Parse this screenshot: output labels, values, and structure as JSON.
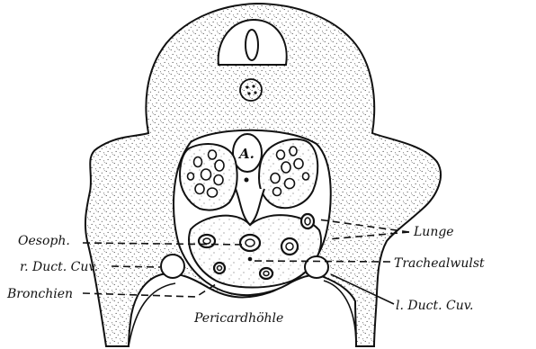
{
  "labels": {
    "aorta": "A.",
    "oesoph": "Oesoph.",
    "r_duct_cuv": "r. Duct. Cuv.",
    "bronchien": "Bronchien",
    "lunge": "Lunge",
    "trachealwulst": "Trachealwulst",
    "l_duct_cuv": "l. Duct. Cuv.",
    "pericardhoehle": "Pericardhöhle"
  },
  "colors": {
    "ink": "#111111",
    "paper": "#ffffff",
    "stipple": "#1a1a1a"
  }
}
